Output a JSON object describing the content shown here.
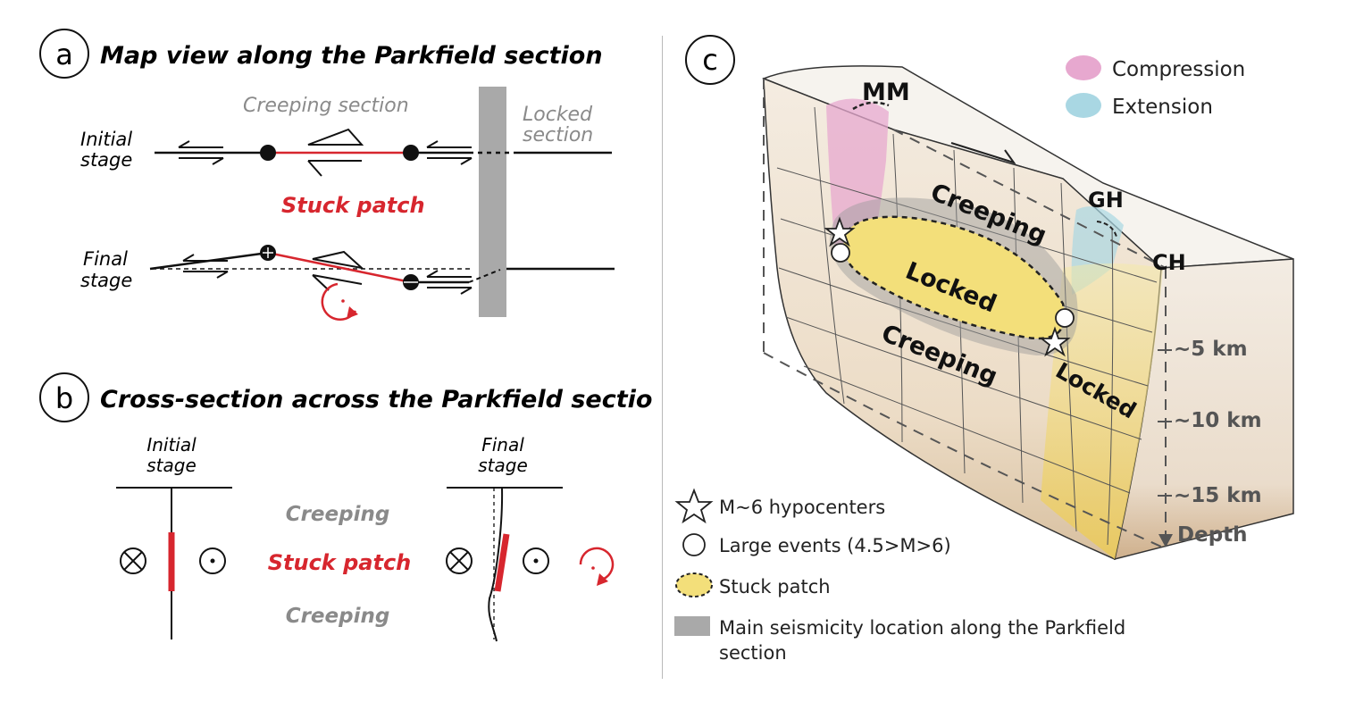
{
  "panel_a": {
    "letter": "a",
    "title": "Map view along the Parkfield section",
    "creeping_label": "Creeping section",
    "locked_label_1": "Locked",
    "locked_label_2": "section",
    "initial_1": "Initial",
    "initial_2": "stage",
    "final_1": "Final",
    "final_2": "stage",
    "stuck_patch": "Stuck patch"
  },
  "panel_b": {
    "letter": "b",
    "title": "Cross-section across the Parkfield section",
    "initial_1": "Initial",
    "initial_2": "stage",
    "final_1": "Final",
    "final_2": "stage",
    "creeping_top": "Creeping",
    "stuck_patch": "Stuck patch",
    "creeping_bottom": "Creeping"
  },
  "panel_c": {
    "letter": "c",
    "legend_compression": "Compression",
    "legend_extension": "Extension",
    "site_mm": "MM",
    "site_gh": "GH",
    "site_ch": "CH",
    "creeping_upper": "Creeping",
    "locked_center": "Locked",
    "creeping_lower": "Creeping",
    "locked_right": "Locked",
    "depth_5": "~5 km",
    "depth_10": "~10 km",
    "depth_15": "~15 km",
    "depth_axis": "Depth",
    "legend": {
      "hypocenters": "M~6 hypocenters",
      "large_events": "Large events (4.5>M>6)",
      "stuck_patch": "Stuck patch",
      "seismicity_1": "Main seismicity location along the Parkfield",
      "seismicity_2": "section"
    }
  },
  "colors": {
    "red": "#d7262e",
    "gray_text": "#8a8a8a",
    "gray_bar": "#a9a9a9",
    "compression": "#e7a8cf",
    "extension": "#a9d7e3",
    "locked_yellow": "#f3df7a"
  }
}
